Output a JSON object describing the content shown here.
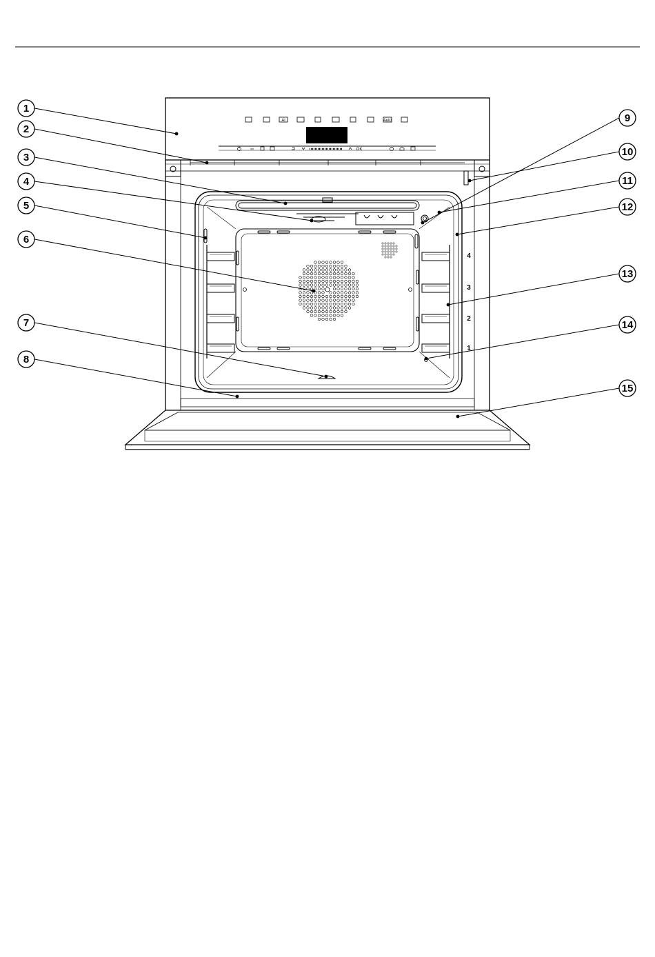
{
  "callouts": [
    {
      "number": "1",
      "side": "left"
    },
    {
      "number": "2",
      "side": "left"
    },
    {
      "number": "3",
      "side": "left"
    },
    {
      "number": "4",
      "side": "left"
    },
    {
      "number": "5",
      "side": "left"
    },
    {
      "number": "6",
      "side": "left"
    },
    {
      "number": "7",
      "side": "left"
    },
    {
      "number": "8",
      "side": "left"
    },
    {
      "number": "9",
      "side": "right"
    },
    {
      "number": "10",
      "side": "right"
    },
    {
      "number": "11",
      "side": "right"
    },
    {
      "number": "12",
      "side": "right"
    },
    {
      "number": "13",
      "side": "right"
    },
    {
      "number": "14",
      "side": "right"
    },
    {
      "number": "15",
      "side": "right"
    }
  ],
  "shelf_levels": [
    "4",
    "3",
    "2",
    "1"
  ],
  "control_panel": {
    "ok_label": "OK",
    "auto_label": "Auto",
    "auto_icon_label": "Ai"
  },
  "colors": {
    "line": "#000000",
    "display": "#000000",
    "background": "#ffffff"
  }
}
